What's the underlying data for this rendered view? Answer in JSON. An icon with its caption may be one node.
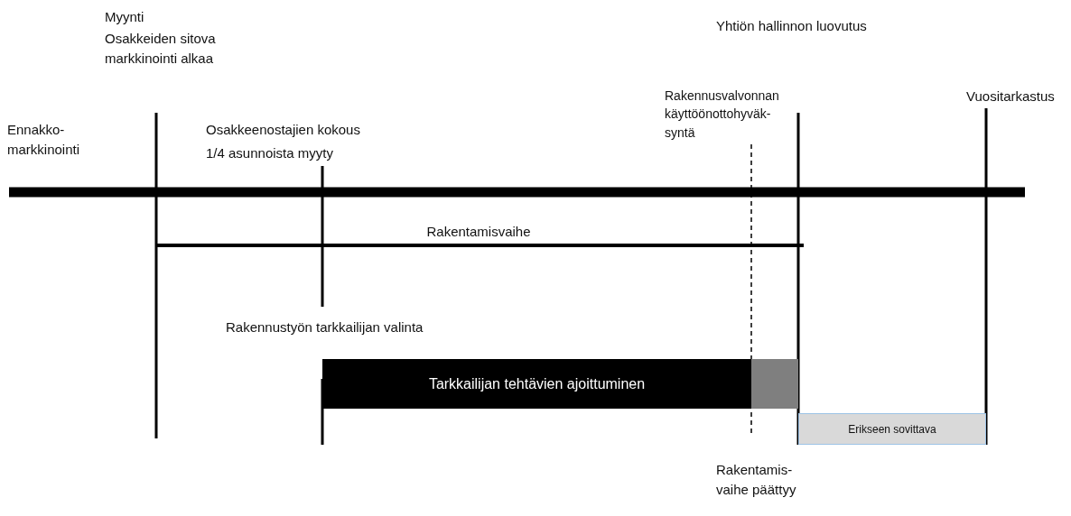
{
  "diagram": {
    "nodes": [
      {
        "text": [
          "Tarkkailijan tehtävien ajoittuminen"
        ]
      },
      {
        "text": [
          "Erikseen sovittava"
        ]
      }
    ],
    "labels": [
      "Myynti",
      "Osakkeiden sitova markkinointi alkaa",
      "Yhtiön hallinnon luovutus",
      "Rakennusvalvonnan käyttöönottohyväk-syntä",
      "Vuositarkastus",
      "Ennakko-markkinointi",
      "Osakkeenostajien kokous",
      "1/4 asunnoista myyty",
      "Rakentamisvaihe",
      "Rakennustyön tarkkailijan valinta",
      "Rakentamis-vaihe päättyy"
    ]
  }
}
